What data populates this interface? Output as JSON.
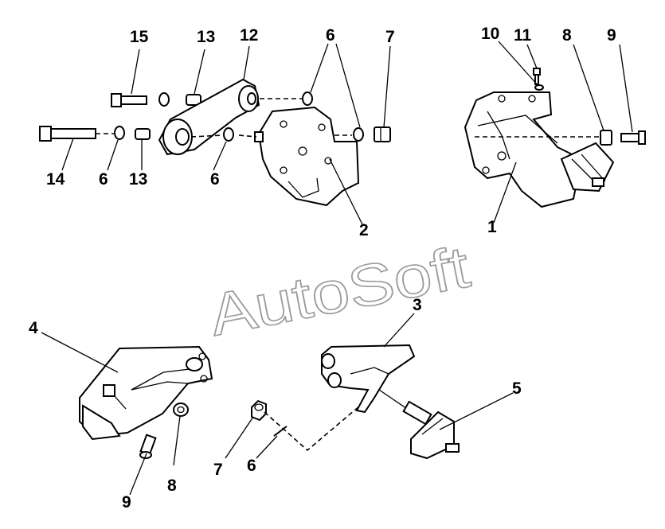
{
  "callouts": [
    {
      "id": "c15a",
      "label": "15"
    },
    {
      "id": "c13a",
      "label": "13"
    },
    {
      "id": "c12",
      "label": "12"
    },
    {
      "id": "c6a",
      "label": "6"
    },
    {
      "id": "c7a",
      "label": "7"
    },
    {
      "id": "c10",
      "label": "10"
    },
    {
      "id": "c11",
      "label": "11"
    },
    {
      "id": "c8a",
      "label": "8"
    },
    {
      "id": "c9a",
      "label": "9"
    },
    {
      "id": "c14",
      "label": "14"
    },
    {
      "id": "c6b",
      "label": "6"
    },
    {
      "id": "c13b",
      "label": "13"
    },
    {
      "id": "c6c",
      "label": "6"
    },
    {
      "id": "c2",
      "label": "2"
    },
    {
      "id": "c1",
      "label": "1"
    },
    {
      "id": "c4",
      "label": "4"
    },
    {
      "id": "c3",
      "label": "3"
    },
    {
      "id": "c5",
      "label": "5"
    },
    {
      "id": "c9b",
      "label": "9"
    },
    {
      "id": "c8b",
      "label": "8"
    },
    {
      "id": "c7b",
      "label": "7"
    },
    {
      "id": "c6d",
      "label": "6"
    }
  ],
  "watermark": "AutoSoft"
}
